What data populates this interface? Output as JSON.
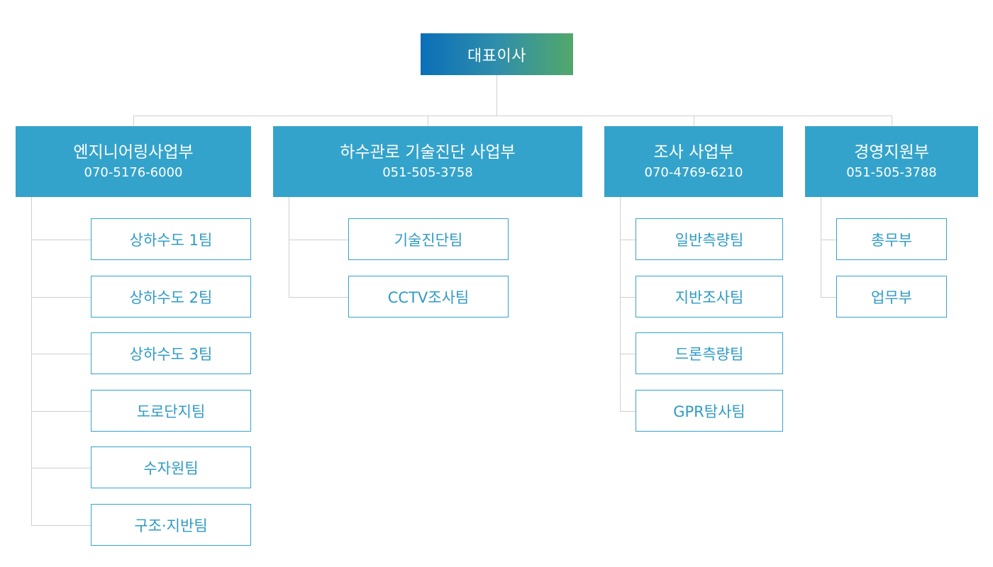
{
  "chart": {
    "root": {
      "label": "대표이사"
    },
    "departments": [
      {
        "name": "엔지니어링사업부",
        "phone": "070-5176-6000",
        "teams": [
          "상하수도 1팀",
          "상하수도 2팀",
          "상하수도 3팀",
          "도로단지팀",
          "수자원팀",
          "구조·지반팀"
        ]
      },
      {
        "name": "하수관로 기술진단 사업부",
        "phone": "051-505-3758",
        "teams": [
          "기술진단팀",
          "CCTV조사팀"
        ]
      },
      {
        "name": "조사 사업부",
        "phone": "070-4769-6210",
        "teams": [
          "일반측량팀",
          "지반조사팀",
          "드론측량팀",
          "GPR탐사팀"
        ]
      },
      {
        "name": "경영지원부",
        "phone": "051-505-3788",
        "teams": [
          "총무부",
          "업무부"
        ]
      }
    ]
  },
  "colors": {
    "dept_bg": "#34a3cb",
    "team_border": "#34a3cb",
    "team_text": "#2f9bc4",
    "connector": "#cfcfcf",
    "root_gradient": [
      "#0a6fb8",
      "#52a86a"
    ]
  }
}
